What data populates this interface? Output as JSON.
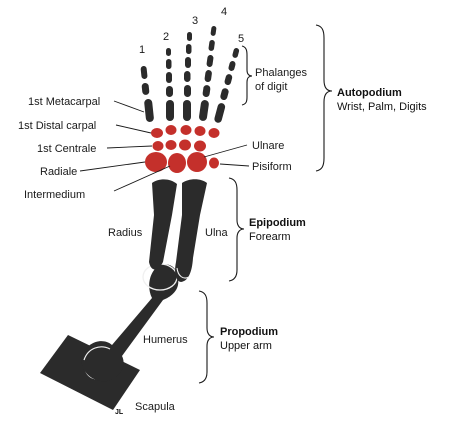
{
  "colors": {
    "bone": "#2b2b2b",
    "carpal": "#c4302b",
    "outline": "#f0f0f0",
    "text": "#1a1a1a"
  },
  "digits": {
    "d1": "1",
    "d2": "2",
    "d3": "3",
    "d4": "4",
    "d5": "5"
  },
  "labels": {
    "first_metacarpal": "1st Metacarpal",
    "first_distal_carpal": "1st Distal carpal",
    "first_centrale": "1st Centrale",
    "radiale": "Radiale",
    "intermedium": "Intermedium",
    "ulnare": "Ulnare",
    "pisiform": "Pisiform",
    "phalanges_line1": "Phalanges",
    "phalanges_line2": "of digit",
    "radius": "Radius",
    "ulna": "Ulna",
    "humerus": "Humerus",
    "scapula": "Scapula",
    "artist_initials": "JL"
  },
  "sections": {
    "autopodium": {
      "title": "Autopodium",
      "subtitle": "Wrist, Palm, Digits"
    },
    "epipodium": {
      "title": "Epipodium",
      "subtitle": "Forearm"
    },
    "propodium": {
      "title": "Propodium",
      "subtitle": "Upper arm"
    }
  }
}
